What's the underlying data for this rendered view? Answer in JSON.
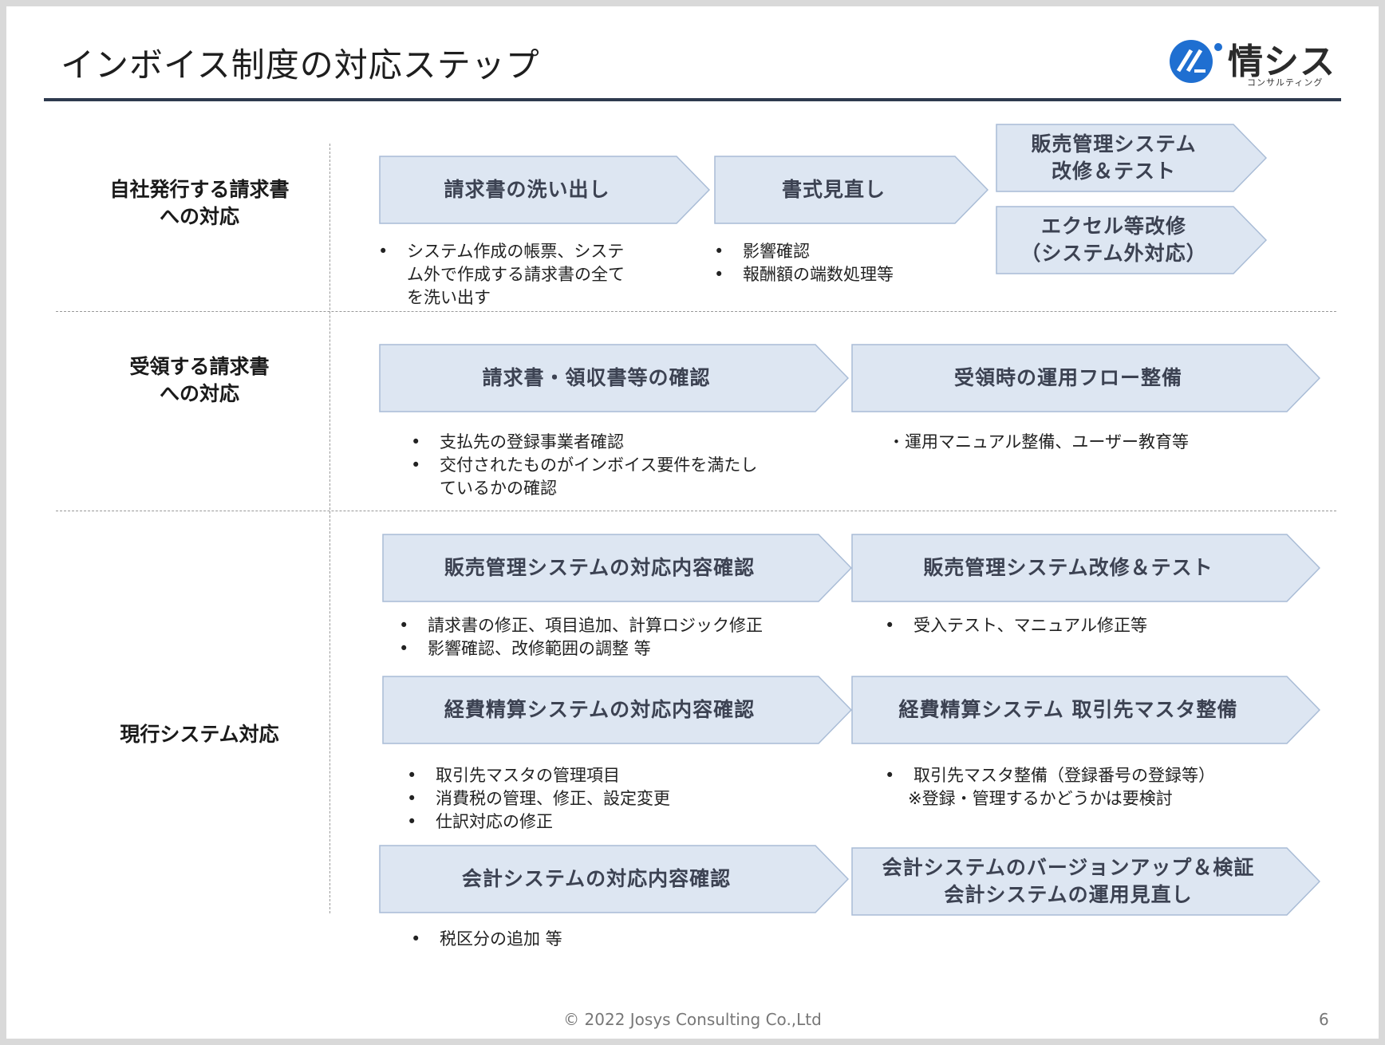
{
  "slide": {
    "title": "インボイス制度の対応ステップ",
    "logo": {
      "name": "情シス",
      "sub": "コンサルティング",
      "color": "#1f6fd1"
    },
    "footer": "© 2022 Josys Consulting Co.,Ltd",
    "page_number": "6"
  },
  "colors": {
    "step_fill": "#dde6f2",
    "step_border": "#a9bcd6",
    "step_text": "#3c4252"
  },
  "rows": [
    {
      "label": "自社発行する請求書\nへの対応",
      "steps": [
        {
          "label": "請求書の洗い出し"
        },
        {
          "label": "書式見直し"
        },
        {
          "label": "販売管理システム\n改修＆テスト"
        },
        {
          "label": "エクセル等改修\n（システム外対応）"
        }
      ],
      "notes": [
        [
          "システム作成の帳票、システ",
          "ム外で作成する請求書の全て",
          "を洗い出す"
        ],
        [
          "影響確認",
          "報酬額の端数処理等"
        ]
      ]
    },
    {
      "label": "受領する請求書\nへの対応",
      "steps": [
        {
          "label": "請求書・領収書等の確認"
        },
        {
          "label": "受領時の運用フロー整備"
        }
      ],
      "notes": [
        [
          "支払先の登録事業者確認",
          "交付されたものがインボイス要件を満たし",
          "ているかの確認"
        ],
        "・運用マニュアル整備、ユーザー教育等"
      ]
    },
    {
      "label": "現行システム対応",
      "steps": [
        {
          "label": "販売管理システムの対応内容確認"
        },
        {
          "label": "販売管理システム改修＆テスト"
        },
        {
          "label": "経費精算システムの対応内容確認"
        },
        {
          "label": "経費精算システム 取引先マスタ整備"
        },
        {
          "label": "会計システムの対応内容確認"
        },
        {
          "label": "会計システムのバージョンアップ＆検証\n会計システムの運用見直し"
        }
      ],
      "notes": [
        [
          "請求書の修正、項目追加、計算ロジック修正",
          "影響確認、改修範囲の調整 等"
        ],
        [
          "受入テスト、マニュアル修正等"
        ],
        [
          "取引先マスタの管理項目",
          "消費税の管理、修正、設定変更",
          "仕訳対応の修正"
        ],
        [
          "取引先マスタ整備（登録番号の登録等）"
        ],
        "※登録・管理するかどうかは要検討",
        [
          "税区分の追加 等"
        ]
      ]
    }
  ]
}
